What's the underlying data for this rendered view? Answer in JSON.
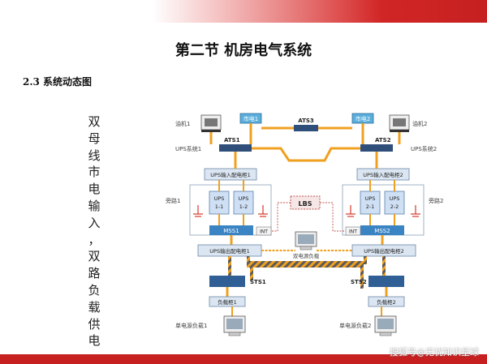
{
  "header": {
    "title": "第二节   机房电气系统",
    "section": "2.3 系统动态图"
  },
  "side_text_chars": [
    "双",
    "母",
    "线",
    "市",
    "电",
    "输",
    "入",
    "，",
    "双",
    "路",
    "负",
    "载",
    "供",
    "电"
  ],
  "diagram": {
    "generator1": "油机1",
    "generator2": "油机2",
    "mains1": "市电1",
    "mains2": "市电2",
    "ats1": "ATS1",
    "ats2": "ATS2",
    "ats3": "ATS3",
    "ups_system1": "UPS系统1",
    "ups_system2": "UPS系统2",
    "ups_in1": "UPS输入配电柜1",
    "ups_in2": "UPS输入配电柜2",
    "bypass1": "旁路1",
    "bypass2": "旁路2",
    "ups11": [
      "UPS",
      "1-1"
    ],
    "ups12": [
      "UPS",
      "1-2"
    ],
    "ups21": [
      "UPS",
      "2-1"
    ],
    "ups22": [
      "UPS",
      "2-2"
    ],
    "lbs": "LBS",
    "mss1": "MSS1",
    "mss2": "MSS2",
    "int": "INT",
    "ups_out1": "UPS输出配电柜1",
    "ups_out2": "UPS输出配电柜2",
    "dual_load": "双电源负载",
    "sts1": "STS1",
    "sts2": "STS2",
    "load_cab1": "负载柜1",
    "load_cab2": "负载柜2",
    "single_load1": "单电源负载1",
    "single_load2": "单电源负载2"
  },
  "watermark": "搜狐号@无忧知识星球",
  "colors": {
    "header_red": "#d62828",
    "box_blue": "#dbe6f2",
    "ups_blue": "#cfe0f5",
    "bus_orange": "#f0a020",
    "ats_dark": "#2f4f7a",
    "ground_red": "#d63a2a"
  }
}
